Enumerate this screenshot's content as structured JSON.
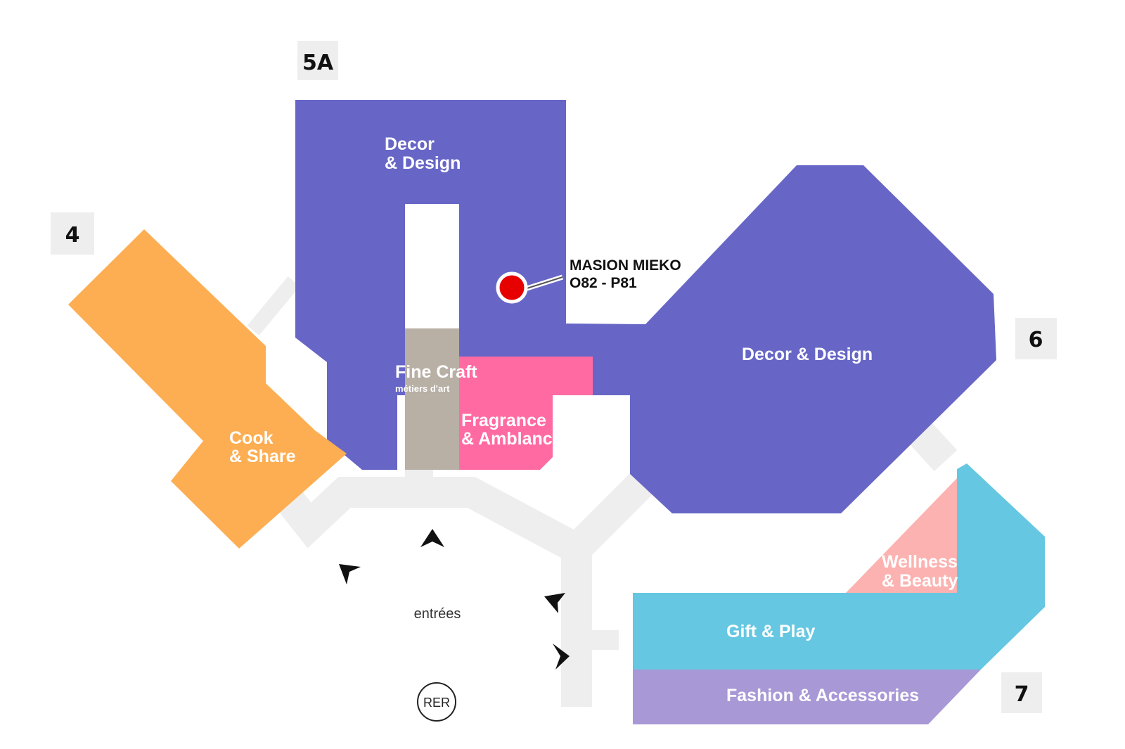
{
  "halls": {
    "h4": "4",
    "h5a": "5A",
    "h6": "6",
    "h7": "7"
  },
  "zones": {
    "decor_design_5a": {
      "line1": "Decor",
      "line2": "& Design"
    },
    "decor_design_6": {
      "label": "Decor & Design"
    },
    "fine_craft": {
      "label": "Fine Craft",
      "sub": "métiers d'art"
    },
    "fragrance": {
      "line1": "Fragrance",
      "line2": "& Amblance"
    },
    "cook_share": {
      "line1": "Cook",
      "line2": "& Share"
    },
    "wellness": {
      "line1": "Wellness",
      "line2": "& Beauty"
    },
    "gift_play": {
      "label": "Gift & Play"
    },
    "fashion": {
      "label": "Fashion & Accessories"
    }
  },
  "marker": {
    "name": "MASION MIEKO",
    "stand": "O82 - P81"
  },
  "entrances": {
    "label": "entrées"
  },
  "rer": {
    "label": "RER"
  },
  "colors": {
    "decor_design": "#6766c7",
    "fine_craft": "#b8afa5",
    "fragrance": "#ff6aa2",
    "cook_share": "#fdae52",
    "wellness": "#fbb2b0",
    "gift_play": "#65c7e2",
    "fashion": "#a898d6",
    "walkway": "#eeeeee",
    "hall_badge": "#eeeeee",
    "marker": "#e60000"
  }
}
